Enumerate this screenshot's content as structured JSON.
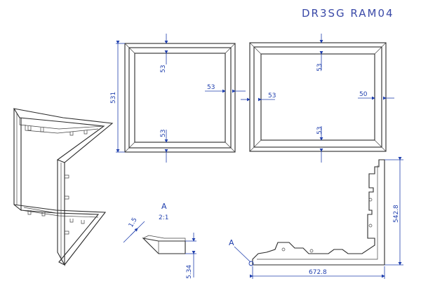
{
  "title": "DR3SG RAM04",
  "dims": {
    "front_height": "531",
    "front_top": "53",
    "front_side": "53",
    "front_bottom": "53",
    "back_side": "53",
    "back_top": "53",
    "back_right": "50",
    "back_bottom": "53",
    "flat_height": "542.8",
    "flat_width": "672.8",
    "detail_thickness": "1.5",
    "detail_height": "5.34"
  },
  "detail": {
    "label": "A",
    "scale": "2:1"
  },
  "callout": {
    "label": "A"
  },
  "colors": {
    "dimension": "#1f3fae",
    "line": "#2a2a2a",
    "title": "#3b4aa8"
  }
}
